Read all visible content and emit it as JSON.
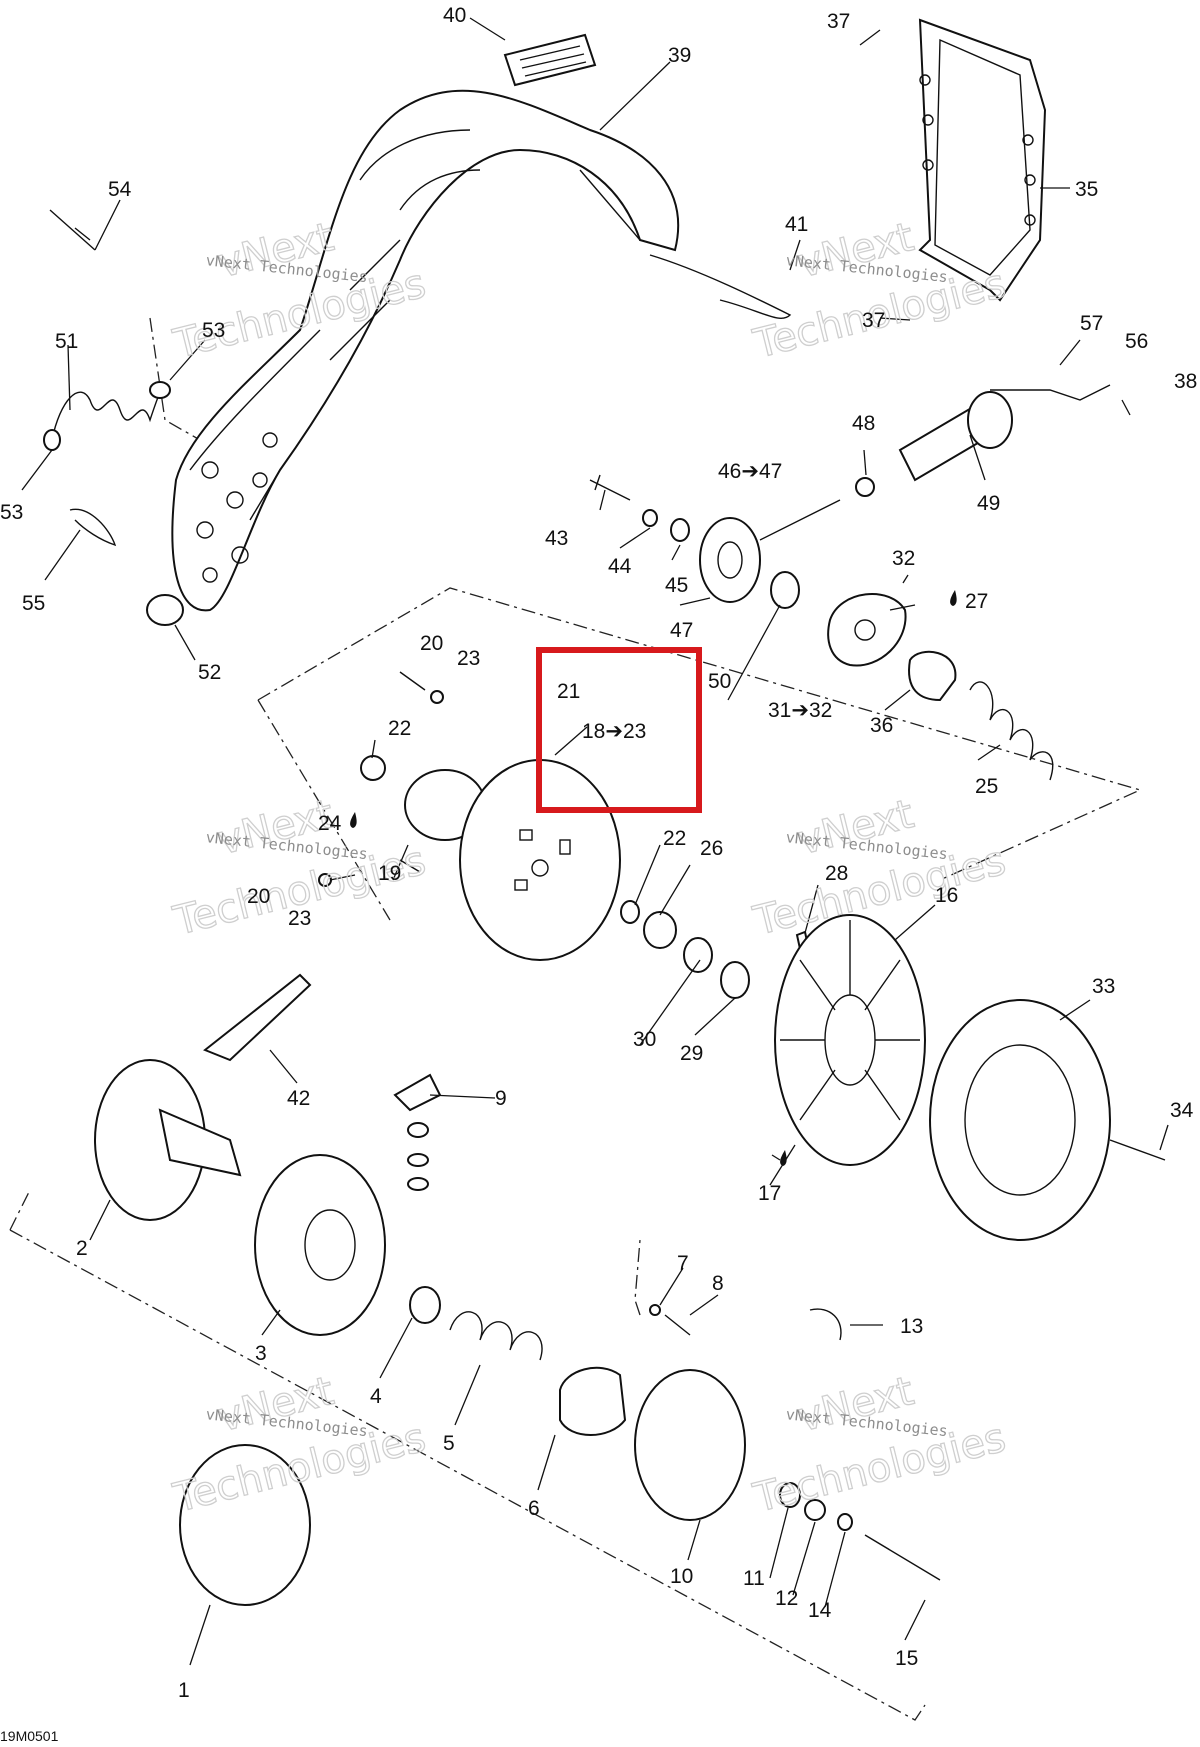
{
  "diagram": {
    "drawing_code": "19M0501",
    "watermark": {
      "line1": "vNext",
      "line2": "vNext Technologies",
      "line3": "Technologies"
    },
    "highlight_color": "#d7191c",
    "callouts": [
      "1",
      "2",
      "3",
      "4",
      "5",
      "6",
      "7",
      "8",
      "9",
      "10",
      "11",
      "12",
      "13",
      "14",
      "15",
      "16",
      "17",
      "18➔23",
      "19",
      "20",
      "20",
      "21",
      "22",
      "22",
      "23",
      "23",
      "24",
      "25",
      "26",
      "27",
      "28",
      "29",
      "30",
      "31➔32",
      "32",
      "33",
      "34",
      "35",
      "36",
      "37",
      "37",
      "38",
      "39",
      "40",
      "41",
      "42",
      "43",
      "44",
      "45",
      "46➔47",
      "47",
      "48",
      "49",
      "50",
      "51",
      "52",
      "53",
      "53",
      "54",
      "55",
      "56",
      "57"
    ]
  }
}
